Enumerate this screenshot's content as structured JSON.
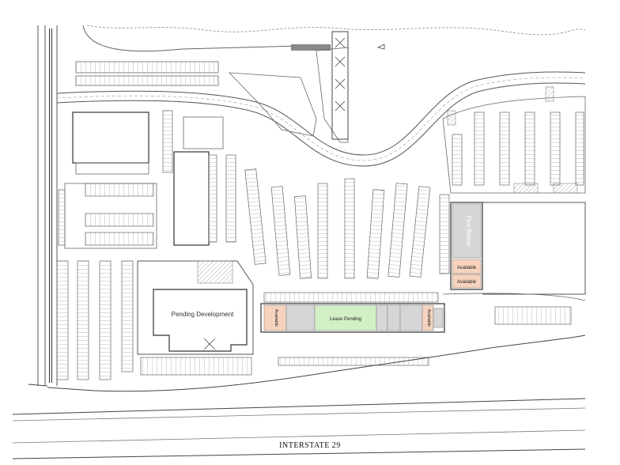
{
  "map": {
    "highway_label": "INTERSTATE 29",
    "pending_development_label": "Pending Development",
    "lease_pending_label": "Lease Pending",
    "anchor_tenant_label": "Five Below",
    "available_labels": [
      "Available",
      "Available",
      "Available",
      "Available"
    ],
    "colors": {
      "available": "#f7d3bd",
      "lease_pending": "#d3efc6",
      "tenant": "#d6d6d6",
      "lines": "#555555",
      "building_outline": "#333333"
    }
  }
}
